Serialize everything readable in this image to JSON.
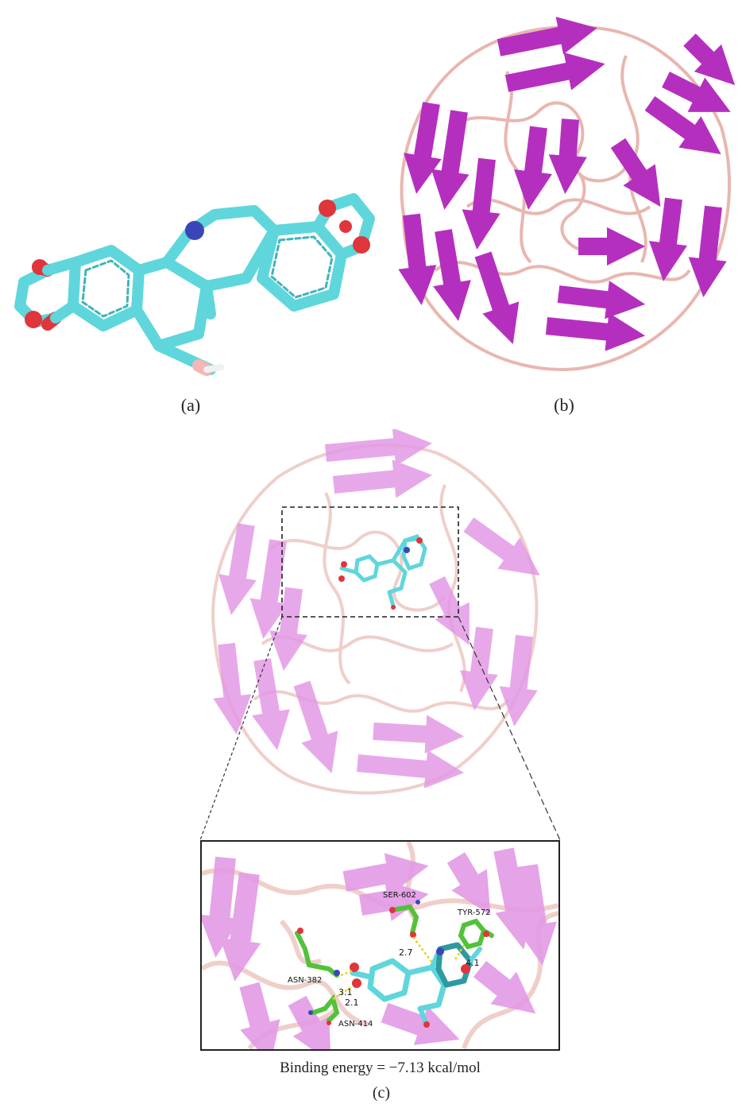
{
  "panels": {
    "a": {
      "caption": "(a)"
    },
    "b": {
      "caption": "(b)"
    },
    "c": {
      "caption": "(c)",
      "binding_energy": "Binding energy = −7.13 kcal/mol",
      "residues": [
        "SER-602",
        "TYR-572",
        "ASN-382",
        "ASN-414"
      ],
      "distances": [
        "2.7",
        "4.1",
        "3.1",
        "2.1"
      ]
    }
  },
  "colors": {
    "ligand_carbon": "#5fd6dc",
    "oxygen": "#e0353a",
    "nitrogen": "#3a46b8",
    "hydrogen": "#f4b6b6",
    "sheet": "#b52fbf",
    "sheet_faded": "#e39ae6",
    "loop": "#e8b7b0",
    "residue_carbon": "#52c23a",
    "hbond": "#e8d21a"
  }
}
